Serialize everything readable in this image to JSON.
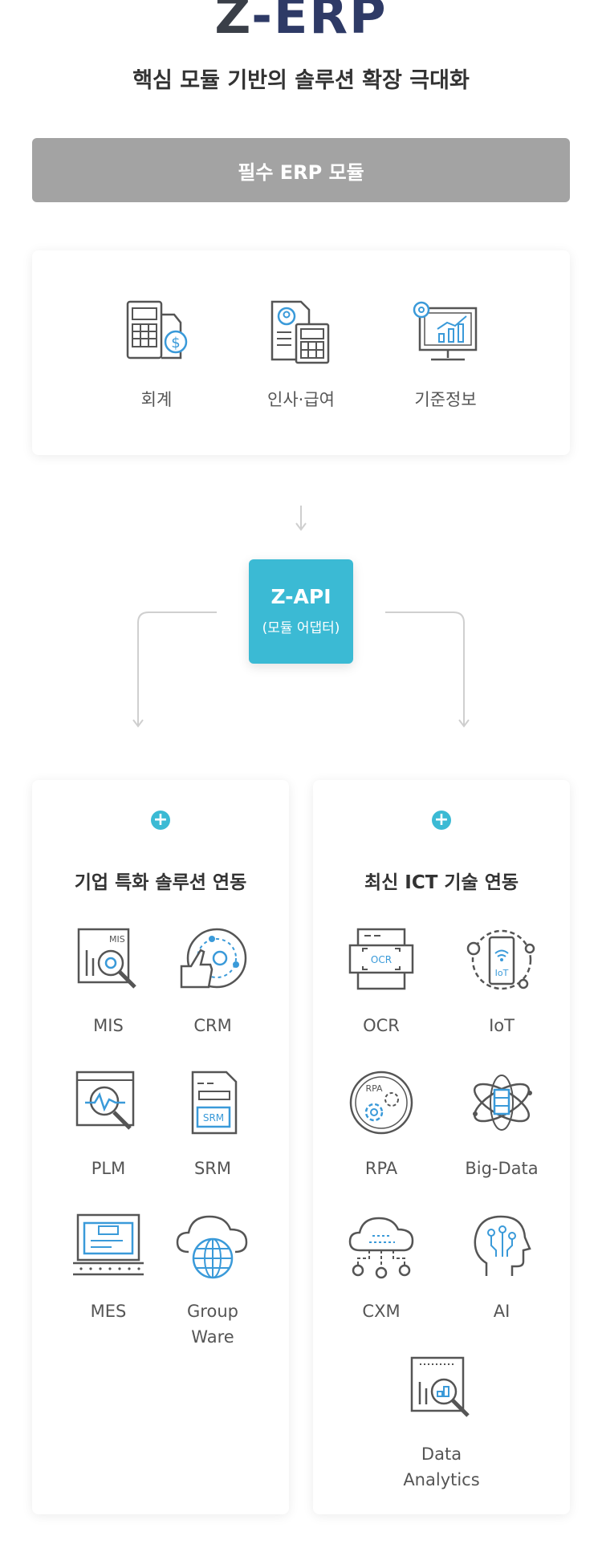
{
  "logo": {
    "z": "Z",
    "rest": "-ERP"
  },
  "headline": "핵심 모듈 기반의 솔루션 확장 극대화",
  "erp_bar": {
    "label": "필수 ERP 모듈"
  },
  "core_modules": [
    {
      "label": "회계",
      "icon": "accounting-calculator-icon"
    },
    {
      "label": "인사·급여",
      "icon": "hr-payroll-icon"
    },
    {
      "label": "기준정보",
      "icon": "master-data-monitor-icon"
    }
  ],
  "api": {
    "title": "Z-API",
    "subtitle": "(모듈 어댑터)"
  },
  "left_panel": {
    "title": "기업 특화 솔루션 연동",
    "items": [
      {
        "label": "MIS",
        "badge": "MIS"
      },
      {
        "label": "CRM",
        "badge": ""
      },
      {
        "label": "PLM",
        "badge": ""
      },
      {
        "label": "SRM",
        "badge": "SRM"
      },
      {
        "label": "MES",
        "badge": ""
      },
      {
        "label": "Group Ware",
        "line1": "Group",
        "line2": "Ware"
      }
    ]
  },
  "right_panel": {
    "title": "최신 ICT 기술 연동",
    "items": [
      {
        "label": "OCR",
        "badge": "OCR"
      },
      {
        "label": "IoT",
        "badge": "IoT"
      },
      {
        "label": "RPA",
        "badge": "RPA"
      },
      {
        "label": "Big-Data"
      },
      {
        "label": "CXM"
      },
      {
        "label": "AI"
      },
      {
        "label": "Data Analytics",
        "line1": "Data",
        "line2": "Analytics"
      }
    ]
  },
  "colors": {
    "accent": "#3bbad4",
    "bar_grey": "#a3a3a3",
    "logo_navy": "#2e3a66",
    "icon_grey": "#555555",
    "icon_blue": "#3a9ad9"
  }
}
